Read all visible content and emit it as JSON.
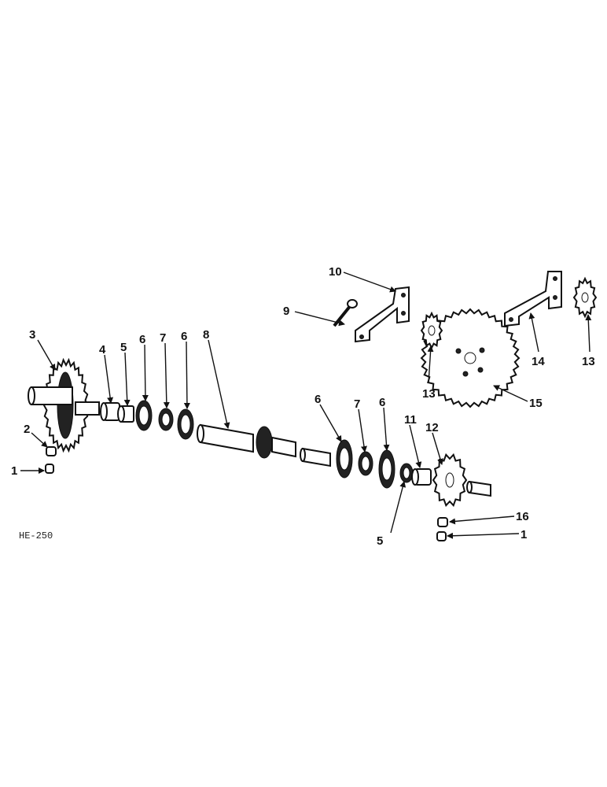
{
  "drawing_code": "HE-250",
  "callouts": [
    "1",
    "2",
    "3",
    "4",
    "5",
    "6",
    "7",
    "6",
    "8",
    "9",
    "10",
    "13",
    "15",
    "14",
    "13",
    "6",
    "7",
    "6",
    "11",
    "12",
    "5",
    "16",
    "1"
  ]
}
